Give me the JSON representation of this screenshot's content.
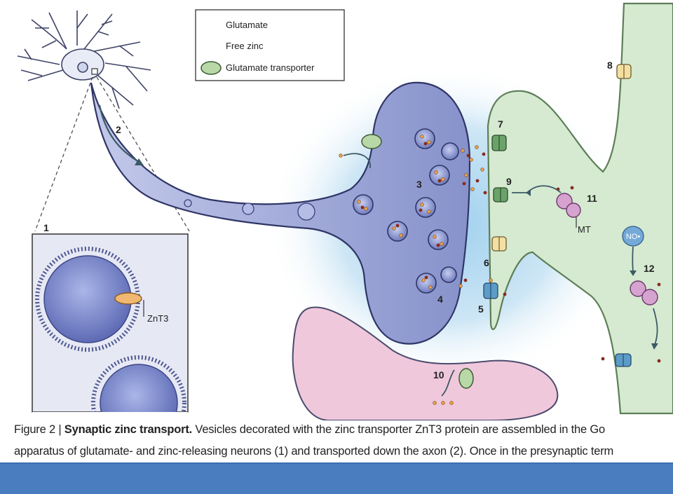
{
  "legend": {
    "glutamate": "Glutamate",
    "free_zinc": "Free zinc",
    "transporter": "Glutamate transporter"
  },
  "labels": {
    "n1": "1",
    "n2": "2",
    "n3": "3",
    "n4": "4",
    "n5": "5",
    "n6": "6",
    "n7": "7",
    "n8": "8",
    "n9": "9",
    "n10": "10",
    "n11": "11",
    "n12": "12",
    "znt3": "ZnT3",
    "mt": "MT",
    "no": "NO•"
  },
  "caption": {
    "figure": "Figure 2 | ",
    "title": "Synaptic zinc transport.",
    "line1_rest": " Vesicles decorated with the zinc transporter ZnT3 protein are assembled in the Go",
    "line2": "apparatus of glutamate- and zinc-releasing neurons (1) and transported down the axon (2). Once in the presynaptic term"
  },
  "colors": {
    "presynaptic": "#8e97cc",
    "postsynaptic": "#d5ead0",
    "glia": "#f0c8dc",
    "vesicle": "#9aa6d8",
    "footer_bar": "#4a7cc0"
  }
}
